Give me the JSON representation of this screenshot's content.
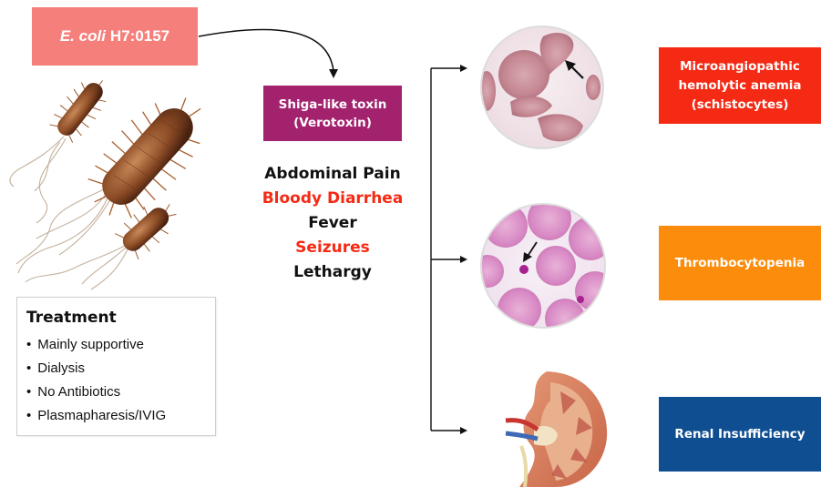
{
  "ecoli": {
    "name": "E. coli",
    "strain": "H7:0157"
  },
  "toxin": {
    "line1": "Shiga-like toxin",
    "line2": "(Verotoxin)"
  },
  "symptoms": [
    {
      "label": "Abdominal Pain",
      "color": "#111111"
    },
    {
      "label": "Bloody Diarrhea",
      "color": "#f42a14"
    },
    {
      "label": "Fever",
      "color": "#111111"
    },
    {
      "label": "Seizures",
      "color": "#f42a14"
    },
    {
      "label": "Lethargy",
      "color": "#111111"
    }
  ],
  "treatment": {
    "title": "Treatment",
    "items": [
      "Mainly supportive",
      "Dialysis",
      "No Antibiotics",
      "Plasmapharesis/IVIG"
    ]
  },
  "outcomes": {
    "mah": {
      "line1": "Microangiopathic",
      "line2": "hemolytic anemia",
      "line3": "(schistocytes)",
      "color": "#f42a14"
    },
    "thrombo": {
      "label": "Thrombocytopenia",
      "color": "#fb8c0c"
    },
    "renal": {
      "label": "Renal Insufficiency",
      "color": "#0f4e91"
    }
  },
  "images": {
    "bacteria": "e-coli-bacteria-illustration",
    "schistocytes": "schistocyte-blood-smear",
    "platelets": "platelet-blood-smear",
    "kidney": "kidney-cross-section"
  }
}
